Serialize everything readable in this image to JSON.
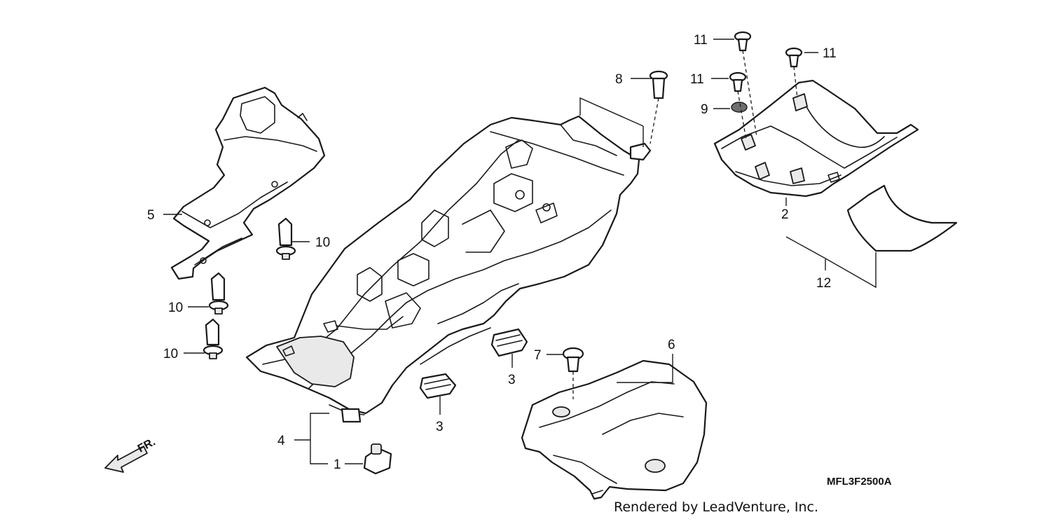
{
  "callouts": {
    "c1": "1",
    "c2": "2",
    "c3a": "3",
    "c3b": "3",
    "c4": "4",
    "c5": "5",
    "c6": "6",
    "c7": "7",
    "c8": "8",
    "c9": "9",
    "c10a": "10",
    "c10b": "10",
    "c10c": "10",
    "c11a": "11",
    "c11b": "11",
    "c11c": "11",
    "c12": "12"
  },
  "front_marker": "FR.",
  "diagram_code": "MFL3F2500A",
  "credit": "Rendered by LeadVenture, Inc."
}
